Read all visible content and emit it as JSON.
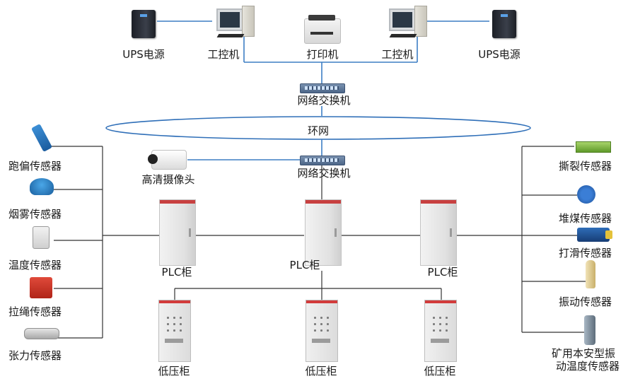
{
  "top": {
    "ups_left": "UPS电源",
    "pc_left": "工控机",
    "printer": "打印机",
    "pc_right": "工控机",
    "ups_right": "UPS电源",
    "switch_top": "网络交换机"
  },
  "ring": {
    "label": "环网"
  },
  "middle": {
    "camera": "高清摄像头",
    "switch_mid": "网络交换机",
    "plc_left": "PLC柜",
    "plc_center": "PLC柜",
    "plc_right": "PLC柜"
  },
  "low_voltage": [
    "低压柜",
    "低压柜",
    "低压柜"
  ],
  "left_sensors": [
    "跑偏传感器",
    "烟雾传感器",
    "温度传感器",
    "拉绳传感器",
    "张力传感器"
  ],
  "right_sensors": [
    "撕裂传感器",
    "堆煤传感器",
    "打滑传感器",
    "振动传感器",
    "矿用本安型振",
    "动温度传感器"
  ],
  "colors": {
    "ethernet_line": "#3d7fc4",
    "control_line": "#333333",
    "ring_stroke": "#2f6fb8"
  }
}
